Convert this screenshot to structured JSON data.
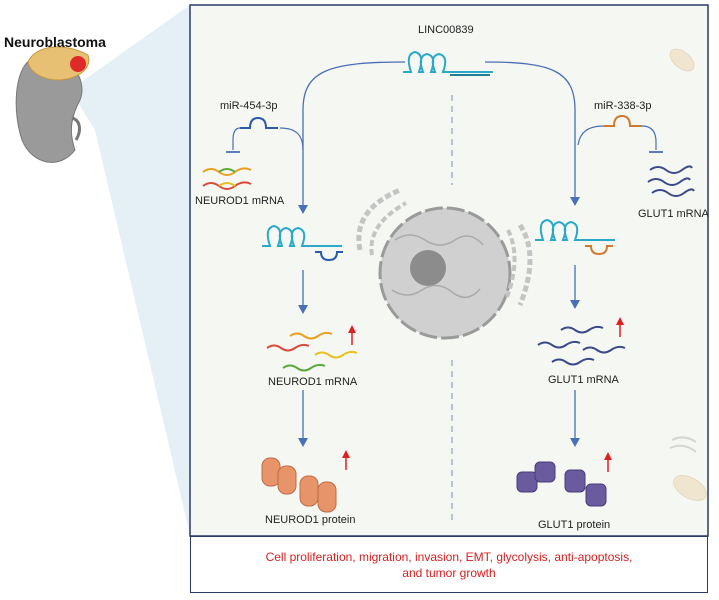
{
  "title": "Neuroblastoma",
  "center_rna": "LINC00839",
  "left": {
    "mirna": "miR-454-3p",
    "target_mrna_label": "NEUROD1  mRNA",
    "upregulated_mrna_label": "NEUROD1  mRNA",
    "protein_label": "NEUROD1  protein"
  },
  "right": {
    "mirna": "miR-338-3p",
    "target_mrna_label": "GLUT1  mRNA",
    "upregulated_mrna_label": "GLUT1  mRNA",
    "protein_label": "GLUT1  protein"
  },
  "outcome": {
    "line1": "Cell proliferation, migration, invasion, EMT, glycolysis, anti-apoptosis,",
    "line2": "and tumor growth"
  },
  "colors": {
    "frame": "#2b3a67",
    "arrow": "#4a6fb5",
    "rna": "#2aa8c8",
    "up_arrow": "#e02020",
    "outcome_text": "#d62020",
    "protein_left": "#e8946a",
    "protein_right": "#6a5a9e"
  }
}
